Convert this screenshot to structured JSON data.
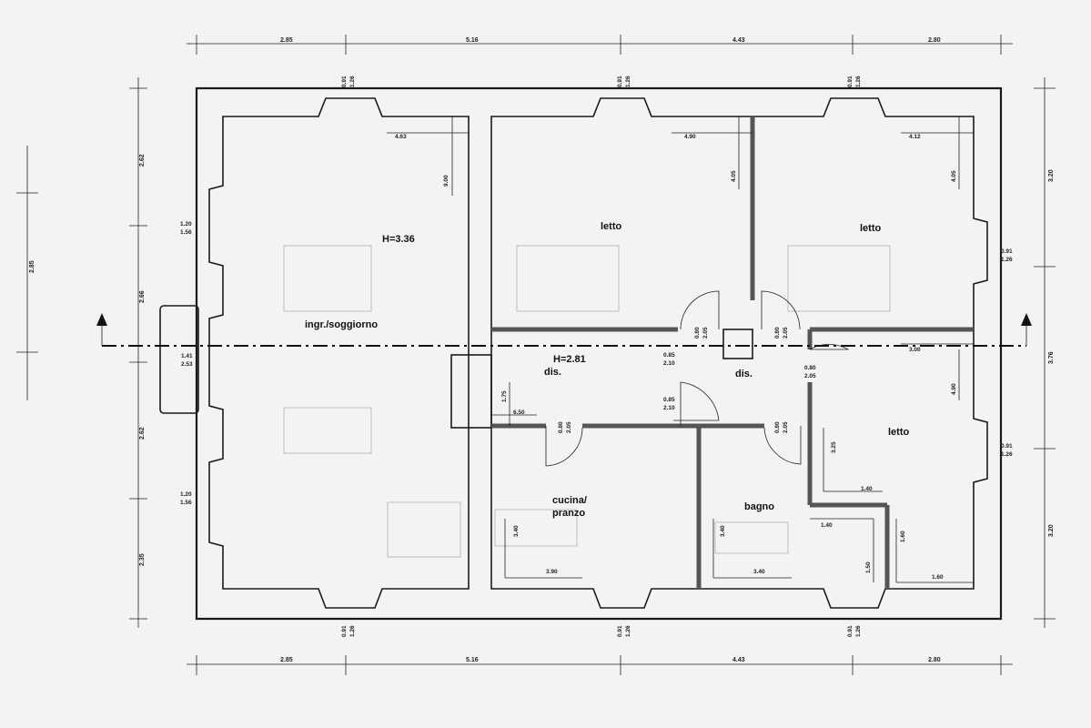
{
  "rooms": {
    "soggiorno": "ingr./soggiorno",
    "soggiorno_height": "H=3.36",
    "letto_1": "letto",
    "letto_2": "letto",
    "letto_3": "letto",
    "dis_1": "dis.",
    "dis_1_height": "H=2.81",
    "dis_2": "dis.",
    "cucina_1": "cucina/",
    "cucina_2": "pranzo",
    "bagno": "bagno"
  },
  "dimensions": {
    "top": [
      "2.85",
      "5.16",
      "4.43",
      "2.80"
    ],
    "bottom": [
      "2.85",
      "5.16",
      "4.43",
      "2.80"
    ],
    "left_inner": [
      "2.62",
      "2.66",
      "2.62",
      "2.35"
    ],
    "left_outer": "2.85",
    "right": [
      "3.20",
      "3.76",
      "3.20"
    ],
    "window_w": "0.91",
    "window_h": "1.26",
    "window_left_w": "1.20",
    "window_left_h": "1.56",
    "entry_w": "1.41",
    "entry_h": "2.53",
    "room_4_63": "4.63",
    "room_9_00": "9.00",
    "room_4_90": "4.90",
    "room_4_05": "4.05",
    "room_4_12": "4.12",
    "room_4_05b": "4.05",
    "room_3_00": "3.00",
    "room_4_90b": "4.90",
    "room_1_75": "1.75",
    "room_6_50": "6.50",
    "room_3_40a": "3.40",
    "room_3_90": "3.90",
    "room_3_40b": "3.40",
    "room_3_40c": "3.40",
    "room_3_25": "3.25",
    "room_1_40a": "1.40",
    "room_1_40b": "1.40",
    "room_1_50": "1.50",
    "room_1_60a": "1.60",
    "room_1_60b": "1.60",
    "door_a_w": "0.80",
    "door_a_h": "2.05",
    "door_b_w": "0.80",
    "door_b_h": "2.05",
    "door_c_w": "0.85",
    "door_c_h": "2.10",
    "door_d_w": "0.85",
    "door_d_h": "2.10",
    "door_e_w": "0.80",
    "door_e_h": "2.05",
    "door_f_w": "0.80",
    "door_f_h": "2.05",
    "door_g_w": "0.80",
    "door_g_h": "2.05"
  }
}
